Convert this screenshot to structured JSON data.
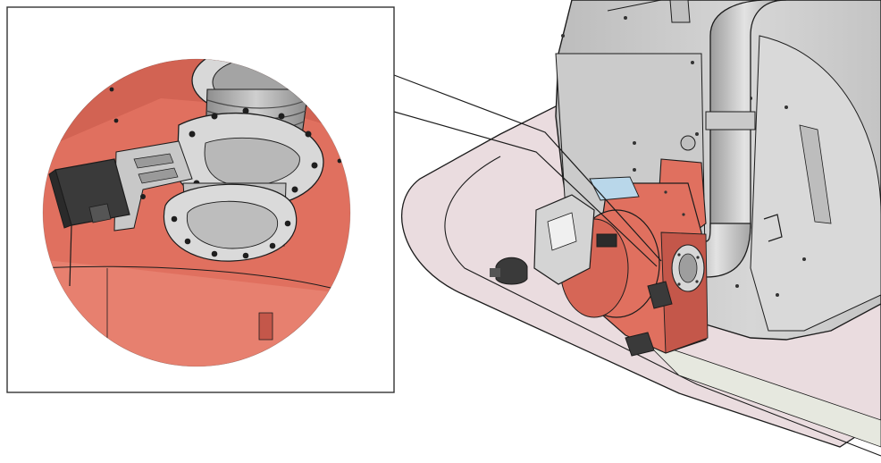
{
  "figure": {
    "type": "technical-illustration",
    "description_visible_text": "",
    "colors": {
      "burner_body": "#e0705f",
      "burner_shadow": "#c4574a",
      "boiler_body": "#d2d2d2",
      "boiler_shadow": "#a9a9a9",
      "floor_pad": "#eadcdf",
      "floor_strip": "#e6e8df",
      "window_blue": "#b9d7ea",
      "outline": "#1c1c1c",
      "detail_frame": "#333333"
    },
    "callout": {
      "from": "detail-inset",
      "to": "burner-flange"
    }
  }
}
